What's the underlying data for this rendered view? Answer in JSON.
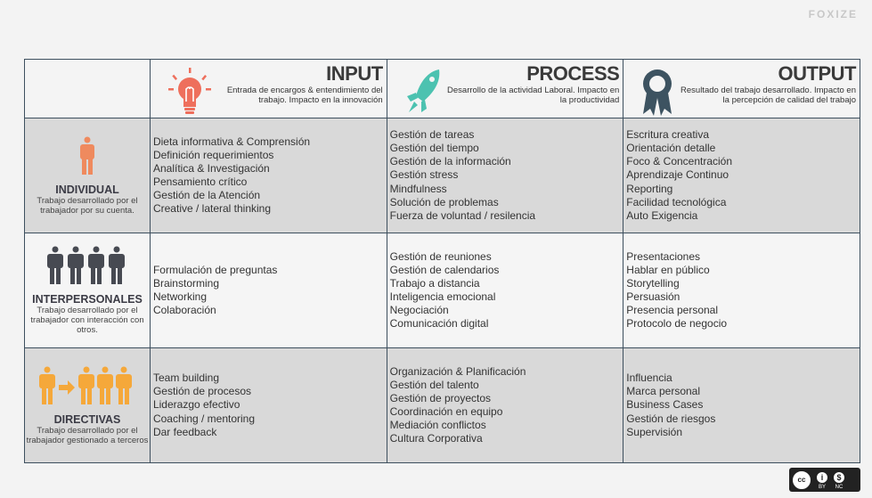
{
  "brand": "FOXIZE",
  "columns": [
    {
      "title": "INPUT",
      "desc": "Entrada de encargos & entendimiento del trabajo. Impacto en la innovación",
      "icon": "lightbulb-icon",
      "color": "#ee6f5c"
    },
    {
      "title": "PROCESS",
      "desc": "Desarrollo de la actividad Laboral. Impacto en la productividad",
      "icon": "rocket-icon",
      "color": "#4cc2b0"
    },
    {
      "title": "OUTPUT",
      "desc": "Resultado del trabajo desarrollado. Impacto en la percepción de calidad del trabajo",
      "icon": "award-ribbon-icon",
      "color": "#3d5361"
    }
  ],
  "rows": [
    {
      "name": "INDIVIDUAL",
      "desc": "Trabajo desarrollado por el trabajador por su cuenta.",
      "color": "#ef8a5e",
      "input": [
        "Dieta informativa & Comprensión",
        "Definición requerimientos",
        "Analítica & Investigación",
        "Pensamiento crítico",
        "Gestión de la Atención",
        "Creative / lateral thinking"
      ],
      "process": [
        "Gestión de tareas",
        "Gestión del tiempo",
        "Gestión de la información",
        "Gestión stress",
        "Mindfulness",
        "Solución de problemas",
        "Fuerza de voluntad / resilencia"
      ],
      "output": [
        "Escritura creativa",
        "Orientación detalle",
        "Foco & Concentración",
        "Aprendizaje Continuo",
        "Reporting",
        "Facilidad tecnológica",
        "Auto Exigencia"
      ]
    },
    {
      "name": "INTERPERSONALES",
      "desc": "Trabajo desarrollado por el trabajador con interacción con otros.",
      "color": "#474a52",
      "input": [
        "Formulación de preguntas",
        "Brainstorming",
        "Networking",
        "Colaboración"
      ],
      "process": [
        "Gestión de reuniones",
        "Gestión de calendarios",
        "Trabajo a distancia",
        "Inteligencia emocional",
        "Negociación",
        "Comunicación digital"
      ],
      "output": [
        "Presentaciones",
        "Hablar en público",
        "Storytelling",
        "Persuasión",
        "Presencia personal",
        "Protocolo de negocio"
      ]
    },
    {
      "name": "DIRECTIVAS",
      "desc": "Trabajo desarrollado por el trabajador gestionado a terceros",
      "color": "#f5a83a",
      "input": [
        "Team building",
        "Gestión de procesos",
        "Liderazgo efectivo",
        "Coaching / mentoring",
        "Dar feedback"
      ],
      "process": [
        "Organización & Planificación",
        "Gestión del talento",
        "Gestión de proyectos",
        "Coordinación en equipo",
        "Mediación conflictos",
        "Cultura Corporativa"
      ],
      "output": [
        "Influencia",
        "Marca personal",
        "Business Cases",
        "Gestión de riesgos",
        "Supervisión"
      ]
    }
  ],
  "license": {
    "cc": "cc",
    "by": "BY",
    "nc": "NC"
  }
}
